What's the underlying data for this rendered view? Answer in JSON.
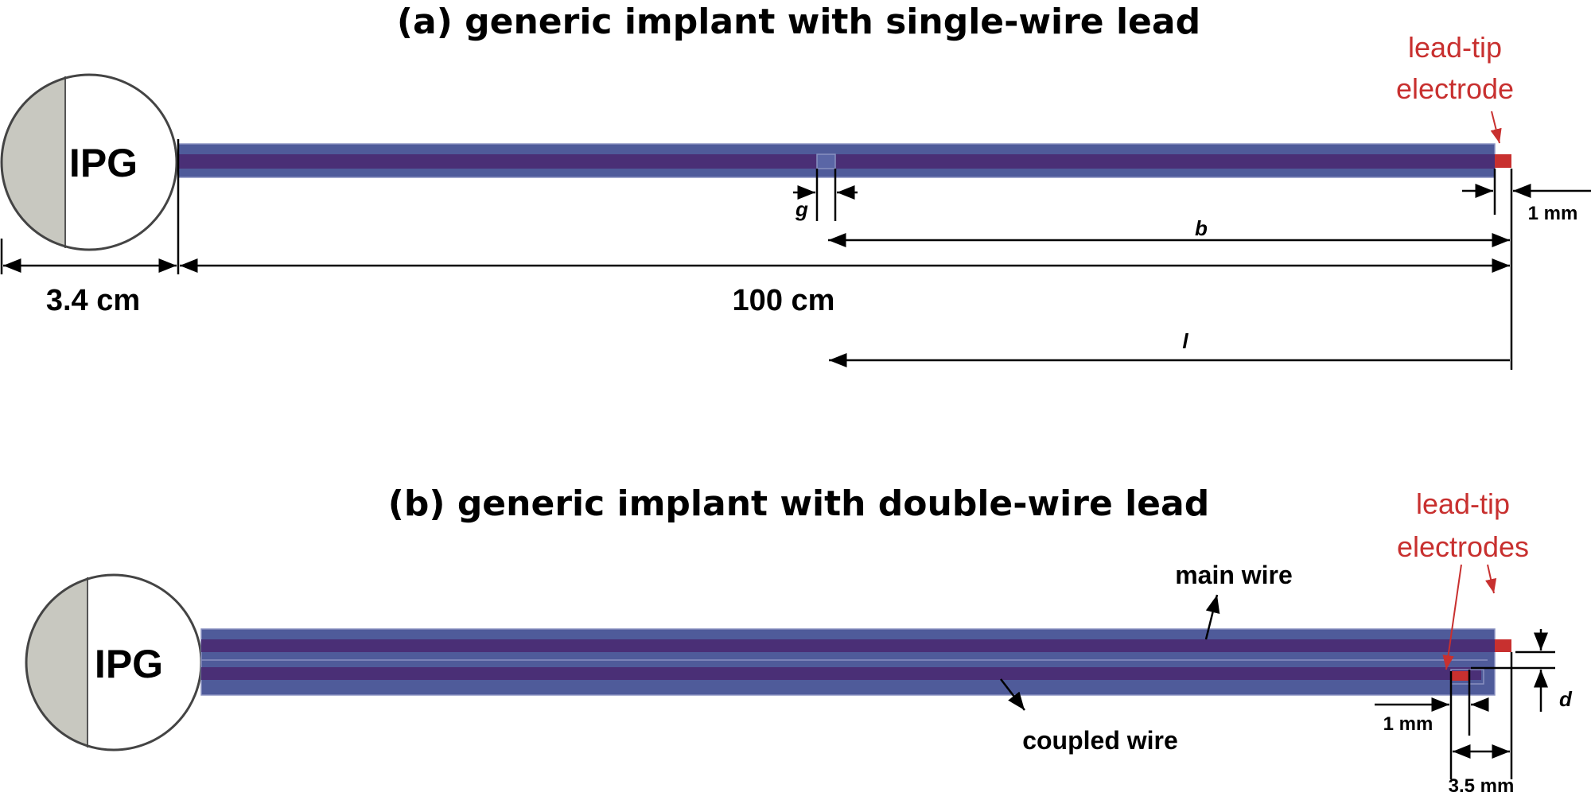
{
  "colors": {
    "sheath": "#4f5b9a",
    "wire": "#4a2f76",
    "electrode": "#c8302f",
    "ipg_gray": "#c8c8c0",
    "annotation": "#c8302f"
  },
  "panel_a": {
    "title": "(a) generic implant with single-wire lead",
    "ipg_label": "IPG",
    "electrode_label_line1": "lead-tip",
    "electrode_label_line2": "electrode",
    "dim_ipg": "3.4 cm",
    "dim_lead": "100 cm",
    "dim_gap": "g",
    "dim_b": "b",
    "dim_l": "l",
    "dim_tip": "1 mm"
  },
  "panel_b": {
    "title": "(b) generic implant with double-wire lead",
    "ipg_label": "IPG",
    "electrode_label_line1": "lead-tip",
    "electrode_label_line2": "electrodes",
    "main_wire_label": "main wire",
    "coupled_wire_label": "coupled wire",
    "dim_tip": "1 mm",
    "dim_offset": "3.5 mm",
    "dim_d": "d"
  }
}
